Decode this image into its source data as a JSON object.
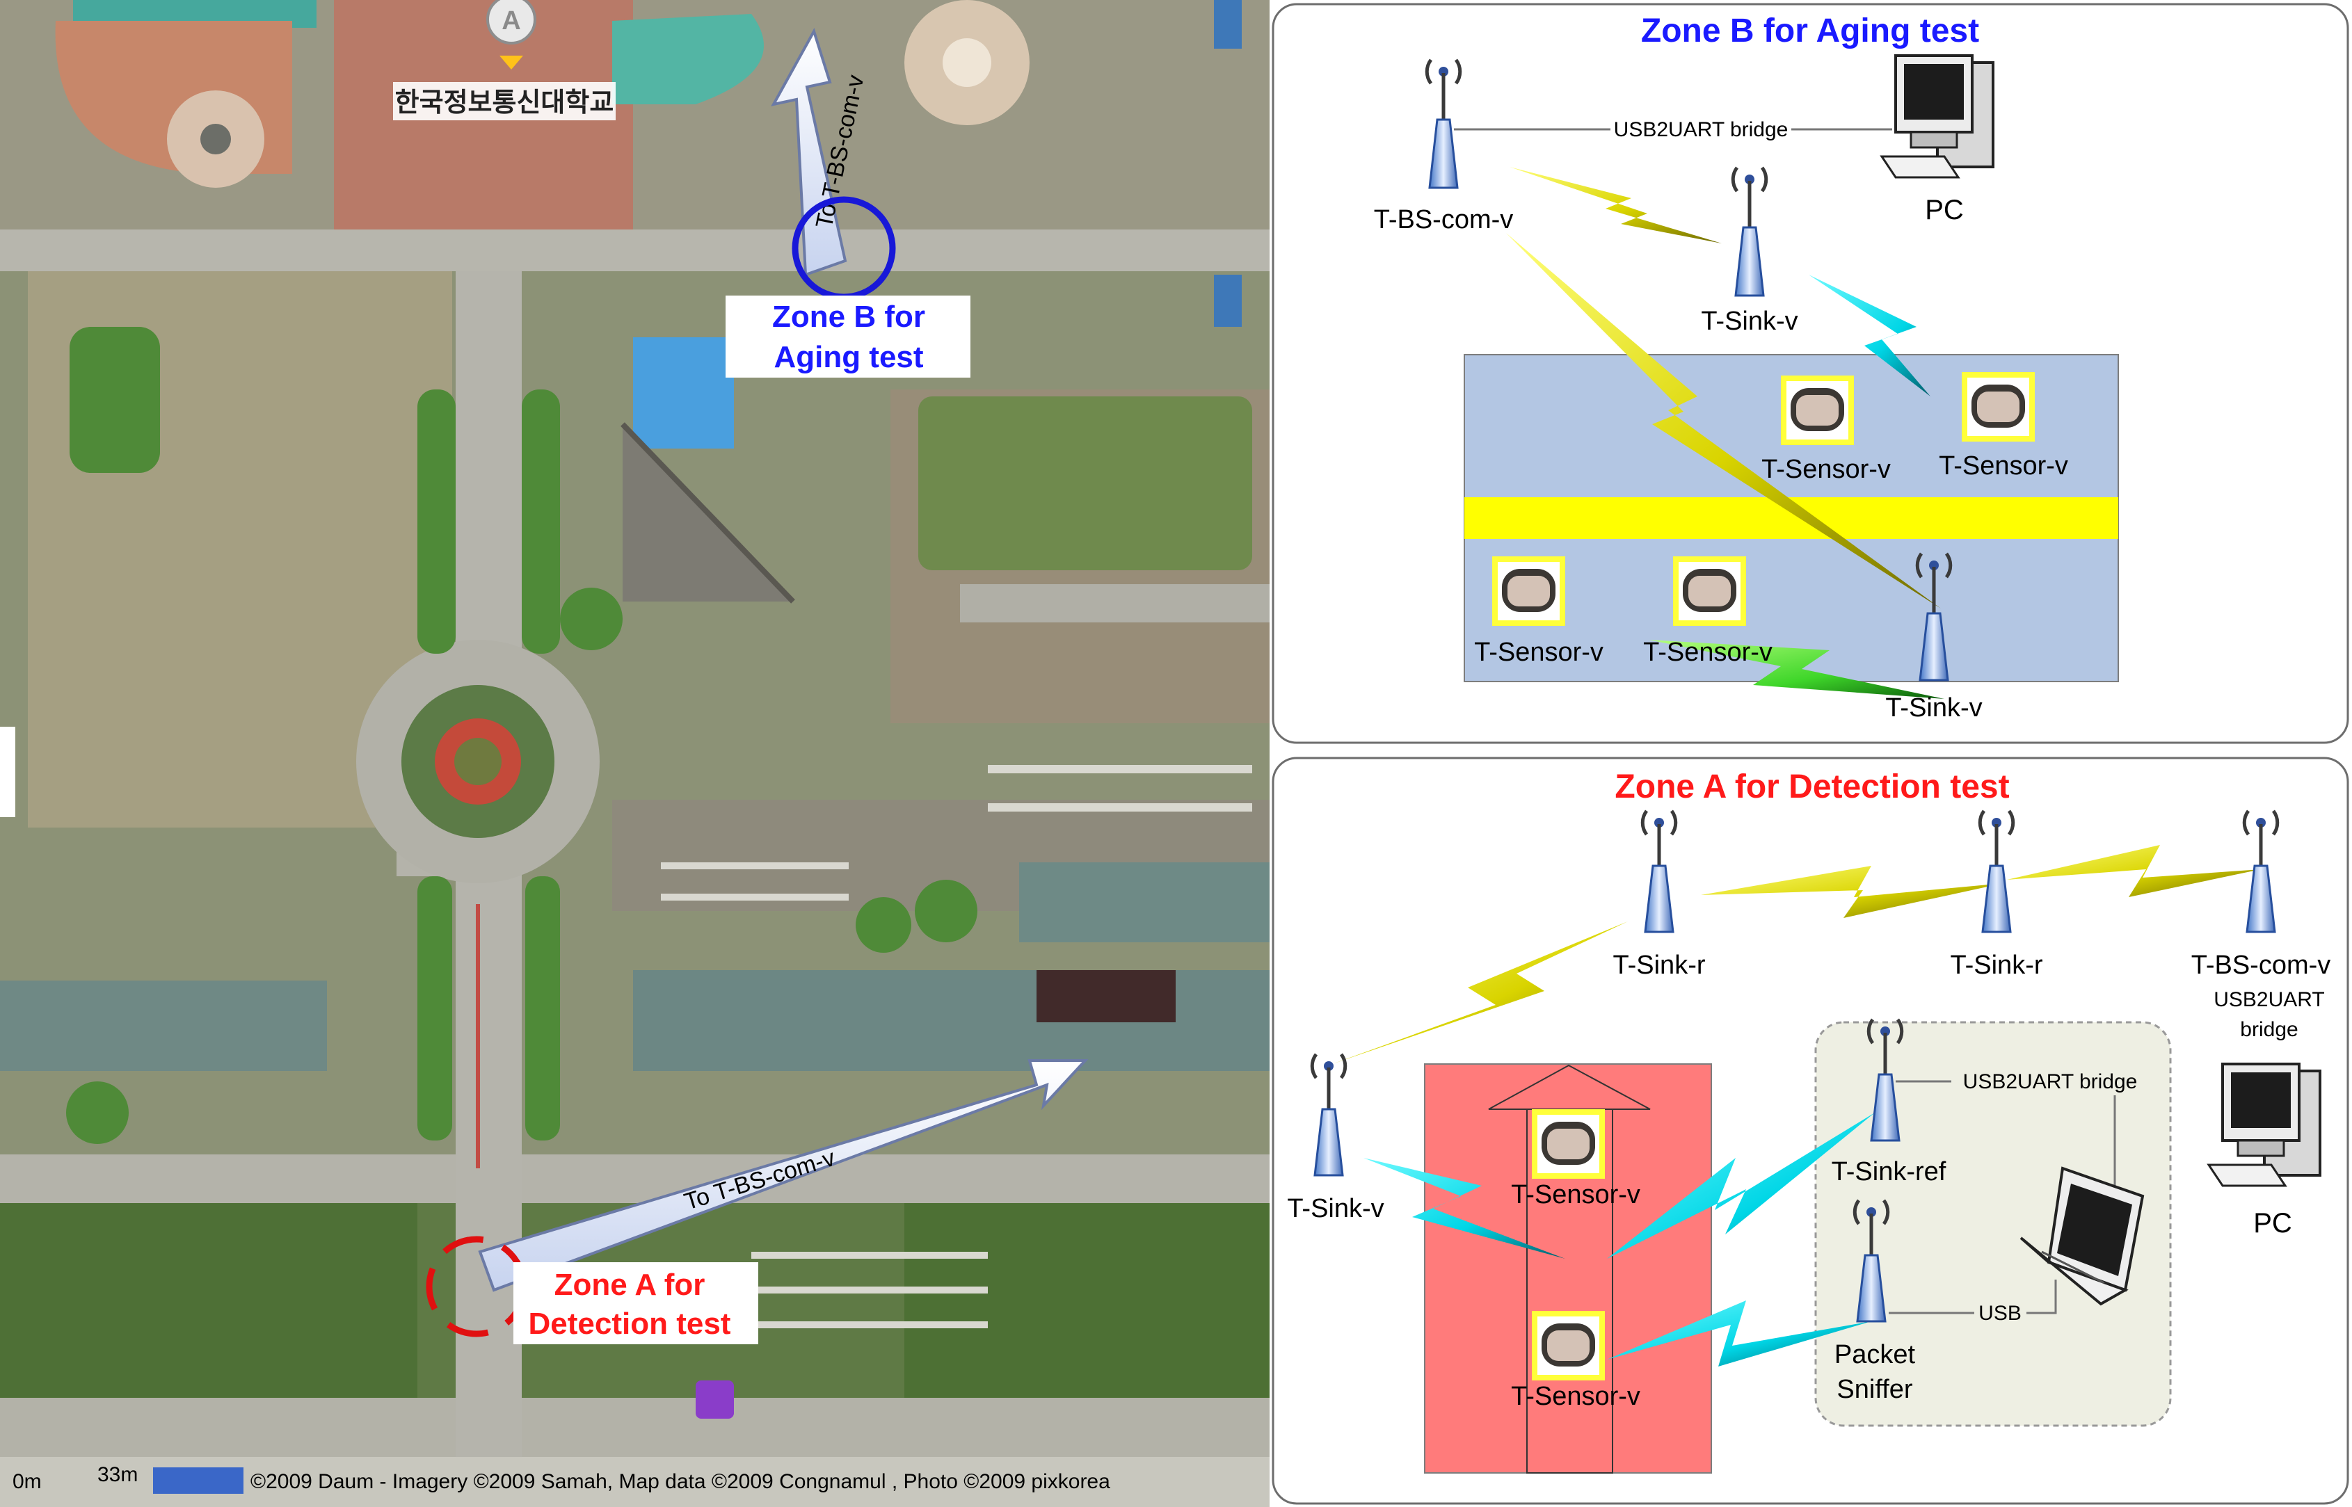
{
  "map": {
    "university_label": "한국정보통신대학교",
    "marker_letter": "A",
    "arrow_top_text": "To T-BS-com-v",
    "arrow_bottom_text": "To T-BS-com-v",
    "zone_b_text_line1": "Zone B for",
    "zone_b_text_line2": "Aging test",
    "zone_a_text_line1": "Zone A for",
    "zone_a_text_line2": "Detection test",
    "scale_text": "33m",
    "copyright": "©2009 Daum - Imagery ©2009 Samah, Map data ©2009 Congnamul , Photo ©2009 pixkorea",
    "scale_zero": "0m"
  },
  "zone_b": {
    "title": "Zone B for Aging test",
    "title_color": "#1a1aff",
    "bridge_label": "USB2UART bridge",
    "pc_label": "PC",
    "bs_label": "T-BS-com-v",
    "sink_top_label": "T-Sink-v",
    "sensor_labels": [
      "T-Sensor-v",
      "T-Sensor-v",
      "T-Sensor-v",
      "T-Sensor-v"
    ],
    "sink_bottom_label": "T-Sink-v"
  },
  "zone_a": {
    "title": "Zone A for Detection test",
    "title_color": "#ff1a1a",
    "sink_r1_label": "T-Sink-r",
    "sink_r2_label": "T-Sink-r",
    "bs_label": "T-BS-com-v",
    "bridge_label_line1": "USB2UART",
    "bridge_label_line2": "bridge",
    "pc_label": "PC",
    "sink_v_label": "T-Sink-v",
    "sensor1_label": "T-Sensor-v",
    "sensor2_label": "T-Sensor-v",
    "sink_ref_label": "T-Sink-ref",
    "sink_ref_bridge": "USB2UART bridge",
    "sniffer_line1": "Packet",
    "sniffer_line2": "Sniffer",
    "usb_label": "USB"
  }
}
